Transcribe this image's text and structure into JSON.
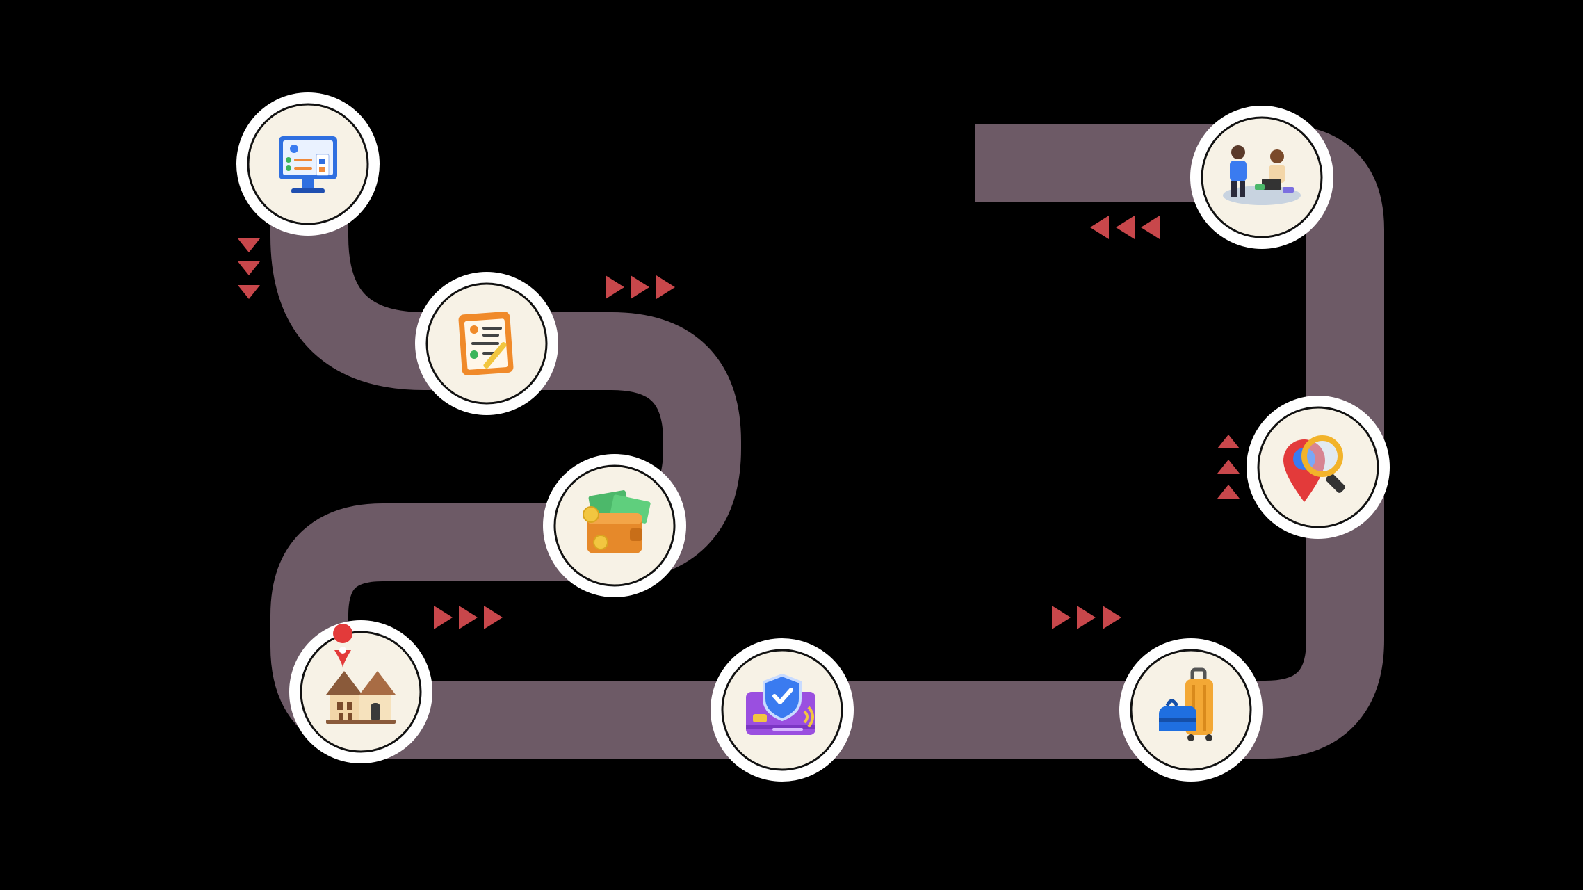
{
  "colors": {
    "background": "#000000",
    "road": "#6d5a66",
    "node_outer": "#ffffff",
    "node_inner": "#f7f2e6",
    "node_ring": "#111111",
    "arrow": "#c8474b"
  },
  "steps": [
    {
      "id": "application",
      "icon": "computer-checklist-icon"
    },
    {
      "id": "documents",
      "icon": "clipboard-document-icon"
    },
    {
      "id": "payment",
      "icon": "wallet-money-icon"
    },
    {
      "id": "property",
      "icon": "house-location-icon"
    },
    {
      "id": "secure-payment",
      "icon": "secure-card-icon"
    },
    {
      "id": "travel",
      "icon": "luggage-icon"
    },
    {
      "id": "search",
      "icon": "location-search-icon"
    },
    {
      "id": "meeting",
      "icon": "people-meeting-icon"
    }
  ],
  "arrows": [
    {
      "id": "down",
      "direction": "down",
      "count": 3
    },
    {
      "id": "right-1",
      "direction": "right",
      "count": 3
    },
    {
      "id": "right-2",
      "direction": "right",
      "count": 3
    },
    {
      "id": "right-3",
      "direction": "right",
      "count": 3
    },
    {
      "id": "up",
      "direction": "up",
      "count": 3
    },
    {
      "id": "left",
      "direction": "left",
      "count": 3
    }
  ]
}
